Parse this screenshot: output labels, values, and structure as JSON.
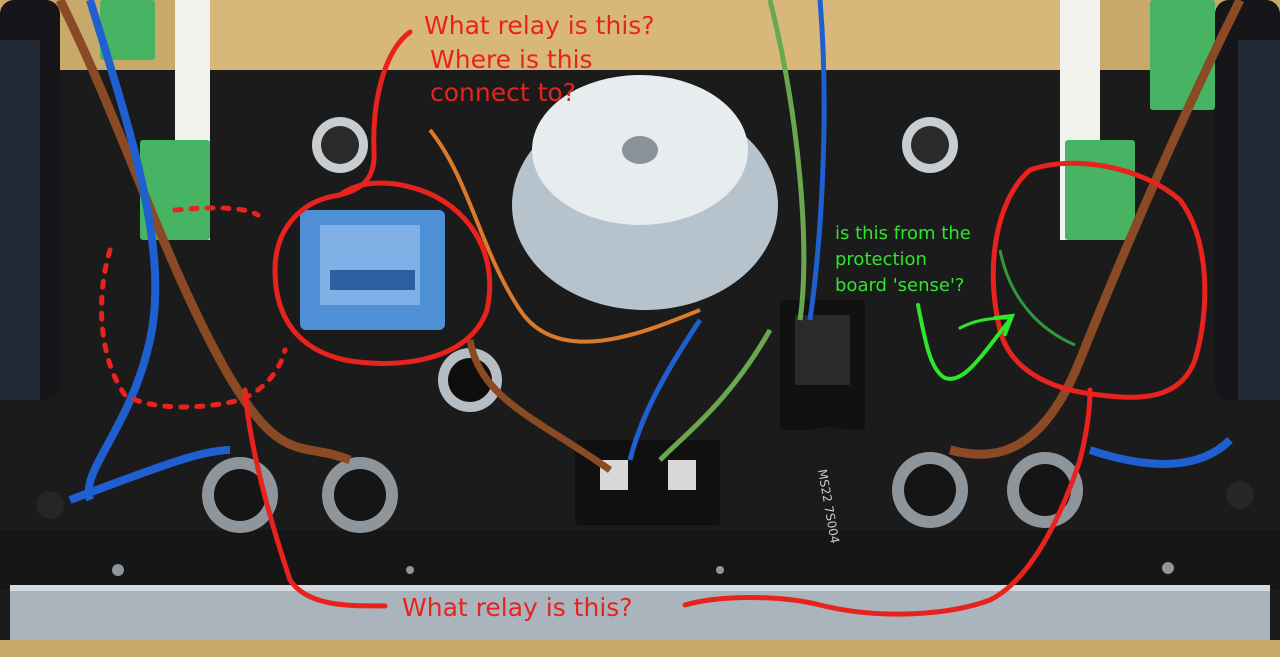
{
  "photo": {
    "subject": "amplifier-chassis-interior"
  },
  "annotations": {
    "top_question_lines": [
      "What relay is this?",
      "Where is this",
      "connect to?"
    ],
    "bottom_question": "What relay is this?",
    "green_question_lines": [
      "is this from the",
      "protection",
      "board 'sense'?"
    ]
  },
  "colors": {
    "annotation_red": "#e8231e",
    "annotation_green": "#2ee62a",
    "chassis": "#1b1b1c",
    "wood": "#c9a96a",
    "relay_blue": "#4f8fd6",
    "terminal_green": "#46b463",
    "brown_wire": "#8a4a24",
    "blue_wire": "#1f5fd0",
    "transformer": "#b7c3cc"
  },
  "labels_on_components": {
    "mov": "MS22 7S004"
  }
}
